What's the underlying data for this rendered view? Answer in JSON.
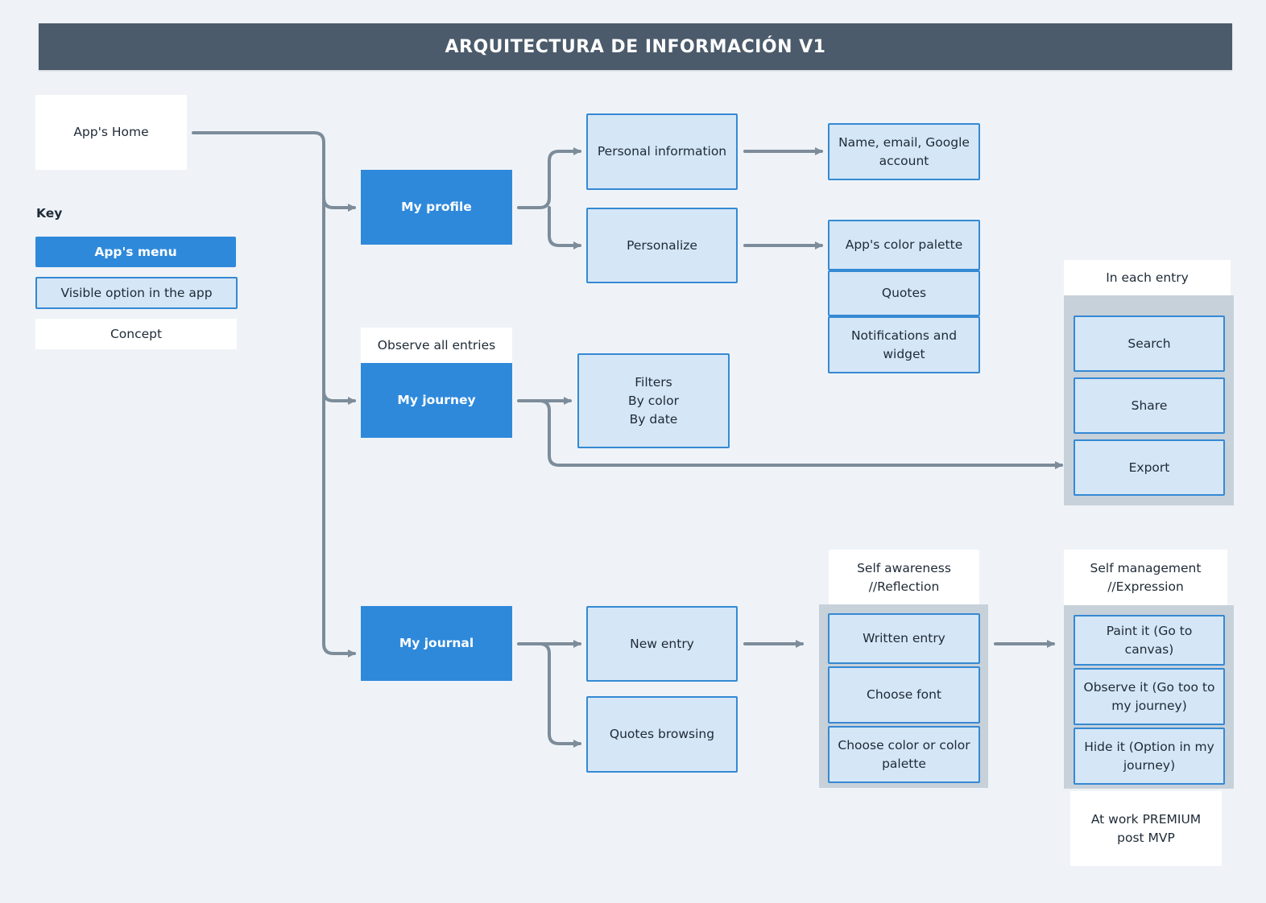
{
  "title": "ARQUITECTURA DE INFORMACIÓN  V1",
  "key": {
    "heading": "Key",
    "menu": "App's menu",
    "option": "Visible option in the app",
    "concept": "Concept"
  },
  "home": "App's Home",
  "profile": {
    "label": "My profile",
    "personal_information": "Personal information",
    "personal_details": "Name, email, Google account",
    "personalize": "Personalize",
    "color_palette": "App's color palette",
    "quotes": "Quotes",
    "notifications": "Notifications and widget"
  },
  "journey": {
    "concept": "Observe all entries",
    "label": "My journey",
    "filters": "Filters\nBy color\nBy date"
  },
  "each_entry": {
    "concept": "In each entry",
    "search": "Search",
    "share": "Share",
    "export": "Export"
  },
  "journal": {
    "label": "My journal",
    "new_entry": "New entry",
    "quotes_browsing": "Quotes browsing"
  },
  "self_awareness": {
    "concept": "Self awareness\n//Reflection",
    "written_entry": "Written entry",
    "choose_font": "Choose font",
    "choose_color": "Choose color or color palette"
  },
  "self_management": {
    "concept": "Self management\n//Expression",
    "paint": "Paint it (Go to canvas)",
    "observe": "Observe it (Go too to my journey)",
    "hide": "Hide it (Option in my journey)",
    "premium": "At work PREMIUM\npost MVP"
  },
  "colors": {
    "background": "#eff3f7",
    "title_bar": "#4b5b6b",
    "menu": "#2e89db",
    "option_fill": "#d5e6f6",
    "option_border": "#3589d3",
    "connector": "#7d8c9a",
    "group": "#c7d1da"
  }
}
